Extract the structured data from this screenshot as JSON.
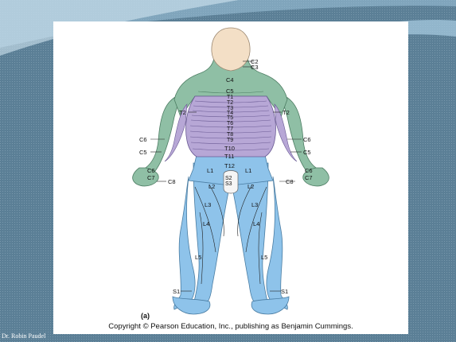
{
  "slide": {
    "author": "Dr. Robin Paudel"
  },
  "figure": {
    "panel_label": "(a)",
    "copyright": "Copyright © Pearson Education, Inc., publishing as Benjamin Cummings.",
    "colors": {
      "cervical": "#8fbfa5",
      "thoracic": "#b7a7d6",
      "lumbar_sacral": "#8ec3ea",
      "head": "#f3dfc6",
      "background": "#5b7f96"
    },
    "labels": {
      "c2": "C2",
      "c3": "C3",
      "c4": "C4",
      "c5": "C5",
      "t1": "T1",
      "t2": "T2",
      "t3": "T3",
      "t4": "T4",
      "t5": "T5",
      "t6": "T6",
      "t7": "T7",
      "t8": "T8",
      "t9": "T9",
      "t10": "T10",
      "t11": "T11",
      "t12": "T12",
      "t2_left": "T2",
      "t2_right": "T2",
      "c6_left": "C6",
      "c6_right": "C6",
      "c5_left": "C5",
      "c5_right": "C5",
      "c6_hand_left": "C6",
      "c6_hand_right": "C6",
      "c7_left": "C7",
      "c7_right": "C7",
      "c8_left": "C8",
      "c8_right": "C8",
      "l1_left": "L1",
      "l1_right": "L1",
      "l2_left": "L2",
      "l2_right": "L2",
      "l3_left": "L3",
      "l3_right": "L3",
      "l4_left": "L4",
      "l4_right": "L4",
      "l5_left": "L5",
      "l5_right": "L5",
      "s1_left": "S1",
      "s1_right": "S1",
      "s2": "S2",
      "s3": "S3"
    }
  }
}
